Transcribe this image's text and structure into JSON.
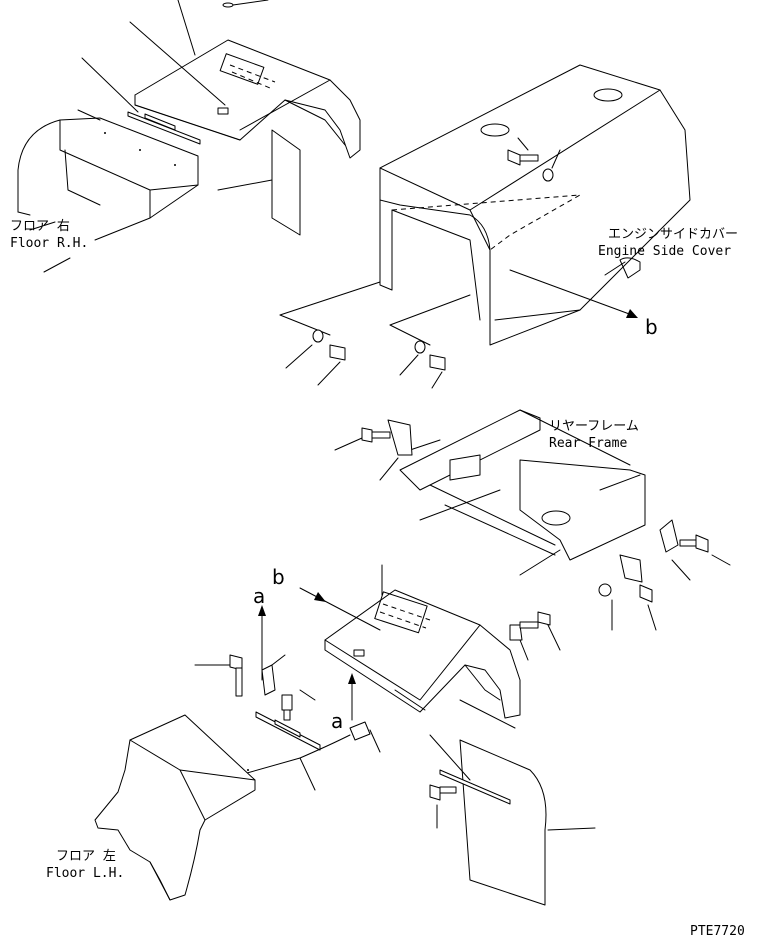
{
  "labels": {
    "floor_rh_jp": "フロア 右",
    "floor_rh_en": "Floor R.H.",
    "engine_side_cover_jp": "エンジンサイドカバー",
    "engine_side_cover_en": "Engine Side Cover",
    "rear_frame_jp": "リヤーフレーム",
    "rear_frame_en": "Rear Frame",
    "floor_lh_jp": "フロア 左",
    "floor_lh_en": "Floor L.H.",
    "drawing_code": "PTE7720"
  },
  "callouts": {
    "b_top": "b",
    "b_bottom": "b",
    "a_left": "a",
    "a_center": "a"
  }
}
